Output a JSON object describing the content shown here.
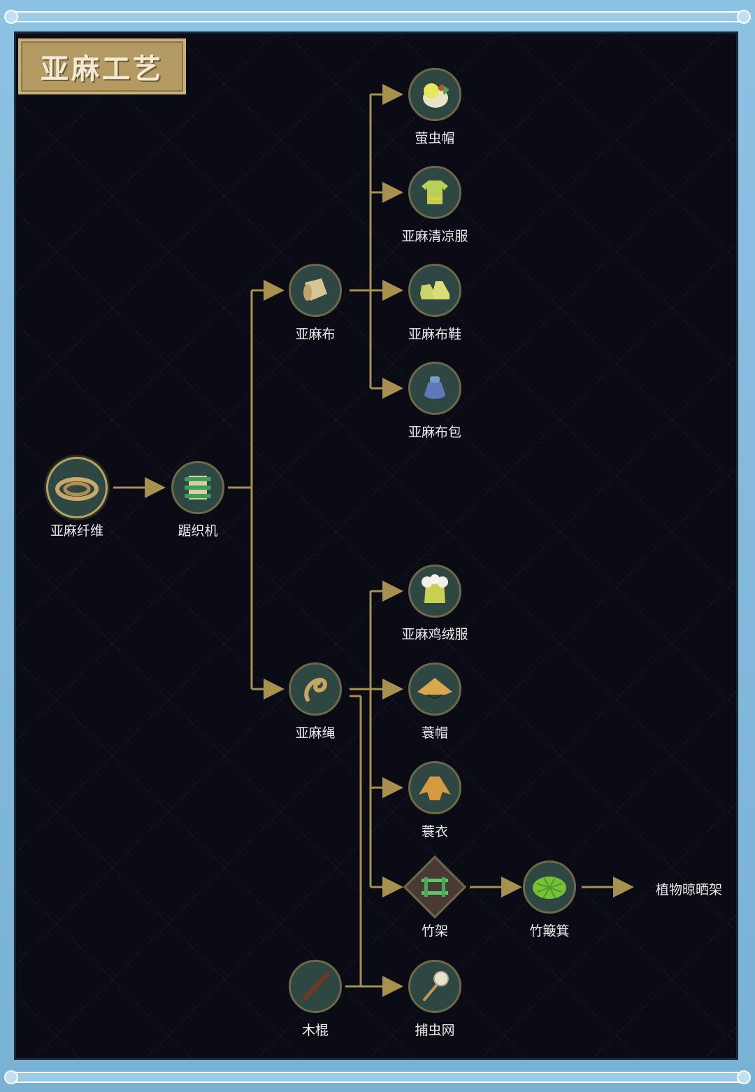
{
  "title": "亚麻工艺",
  "nodes": {
    "flax_fiber": "亚麻纤维",
    "loom": "踞织机",
    "linen_cloth": "亚麻布",
    "linen_rope": "亚麻绳",
    "firefly_hat": "萤虫帽",
    "linen_cool_clothes": "亚麻清凉服",
    "linen_shoes": "亚麻布鞋",
    "linen_bag": "亚麻布包",
    "linen_down_clothes": "亚麻鸡绒服",
    "straw_hat": "蓑帽",
    "straw_coat": "蓑衣",
    "bamboo_rack": "竹架",
    "bamboo_basket": "竹簸箕",
    "plant_drying_rack": "植物晾晒架",
    "wood_stick": "木棍",
    "bug_net": "捕虫网"
  },
  "icons": {
    "flax_fiber": "fiber-coil-icon",
    "loom": "loom-icon",
    "linen_cloth": "cloth-roll-icon",
    "linen_rope": "rope-icon",
    "firefly_hat": "firefly-hat-icon",
    "linen_cool_clothes": "shirt-icon",
    "linen_shoes": "shoes-icon",
    "linen_bag": "bag-icon",
    "linen_down_clothes": "down-jacket-icon",
    "straw_hat": "straw-hat-icon",
    "straw_coat": "straw-coat-icon",
    "bamboo_rack": "bamboo-rack-icon",
    "bamboo_basket": "bamboo-basket-icon",
    "wood_stick": "stick-icon",
    "bug_net": "bug-net-icon"
  },
  "colors": {
    "background": "#0b0b15",
    "connector": "#a8914f",
    "node_fill": "#2e4743",
    "title_bg": "#b29a62",
    "frame": "#7fb7d9"
  }
}
